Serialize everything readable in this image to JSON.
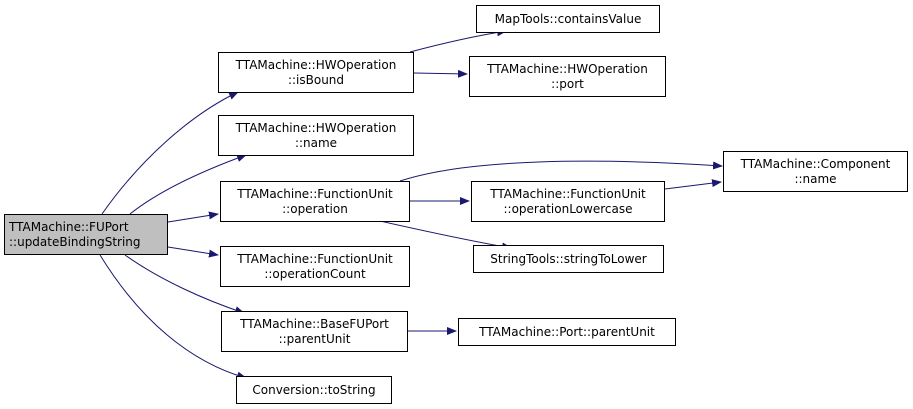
{
  "graph": {
    "edge_color": "#191970",
    "root_fill": "#bfbfbf",
    "nodes": {
      "root": {
        "line1": "TTAMachine::FUPort",
        "line2": "::updateBindingString"
      },
      "isbound": {
        "line1": "TTAMachine::HWOperation",
        "line2": "::isBound"
      },
      "opname": {
        "line1": "TTAMachine::HWOperation",
        "line2": "::name"
      },
      "operation": {
        "line1": "TTAMachine::FunctionUnit",
        "line2": "::operation"
      },
      "opcount": {
        "line1": "TTAMachine::FunctionUnit",
        "line2": "::operationCount"
      },
      "parentunit": {
        "line1": "TTAMachine::BaseFUPort",
        "line2": "::parentUnit"
      },
      "tostring": {
        "line1": "Conversion::toString"
      },
      "contains": {
        "line1": "MapTools::containsValue"
      },
      "port": {
        "line1": "TTAMachine::HWOperation",
        "line2": "::port"
      },
      "compname": {
        "line1": "TTAMachine::Component",
        "line2": "::name"
      },
      "oplower": {
        "line1": "TTAMachine::FunctionUnit",
        "line2": "::operationLowercase"
      },
      "tolower": {
        "line1": "StringTools::stringToLower"
      },
      "portparent": {
        "line1": "TTAMachine::Port::parentUnit"
      }
    }
  }
}
